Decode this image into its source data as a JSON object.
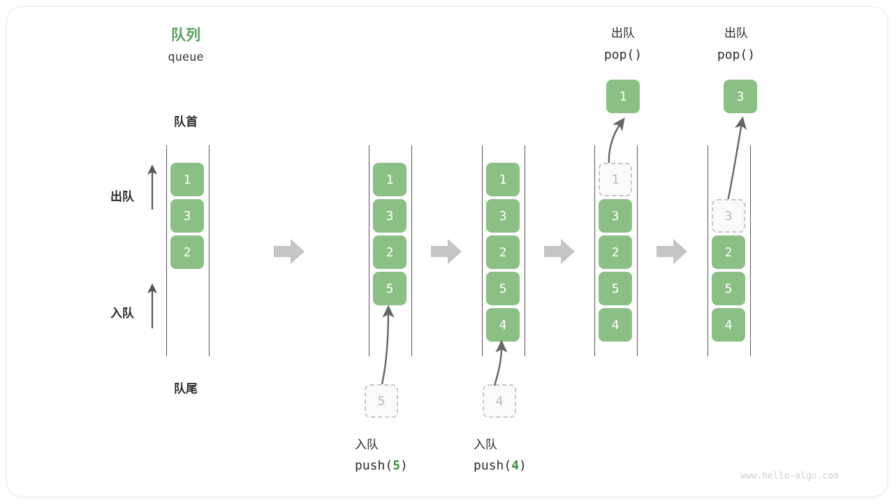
{
  "title": {
    "cn": "队列",
    "en": "queue"
  },
  "labels": {
    "front": "队首",
    "rear": "队尾",
    "dequeue": "出队",
    "enqueue": "入队"
  },
  "operations": {
    "push5": {
      "cn": "入队",
      "code_prefix": "push(",
      "code_arg": "5",
      "code_suffix": ")"
    },
    "push4": {
      "cn": "入队",
      "code_prefix": "push(",
      "code_arg": "4",
      "code_suffix": ")"
    },
    "pop1": {
      "cn": "出队",
      "code": "pop()",
      "returned": "1"
    },
    "pop2": {
      "cn": "出队",
      "code": "pop()",
      "returned": "3"
    }
  },
  "panels": [
    {
      "name": "initial-queue",
      "cells": [
        {
          "value": "1",
          "ghost": false
        },
        {
          "value": "3",
          "ghost": false
        },
        {
          "value": "2",
          "ghost": false
        }
      ]
    },
    {
      "name": "after-push-5",
      "cells": [
        {
          "value": "1",
          "ghost": false
        },
        {
          "value": "3",
          "ghost": false
        },
        {
          "value": "2",
          "ghost": false
        },
        {
          "value": "5",
          "ghost": false
        }
      ],
      "incoming": "5"
    },
    {
      "name": "after-push-4",
      "cells": [
        {
          "value": "1",
          "ghost": false
        },
        {
          "value": "3",
          "ghost": false
        },
        {
          "value": "2",
          "ghost": false
        },
        {
          "value": "5",
          "ghost": false
        },
        {
          "value": "4",
          "ghost": false
        }
      ],
      "incoming": "4"
    },
    {
      "name": "after-pop-1",
      "cells": [
        {
          "value": "1",
          "ghost": true
        },
        {
          "value": "3",
          "ghost": false
        },
        {
          "value": "2",
          "ghost": false
        },
        {
          "value": "5",
          "ghost": false
        },
        {
          "value": "4",
          "ghost": false
        }
      ],
      "popped": "1"
    },
    {
      "name": "after-pop-3",
      "cells": [
        {
          "value": "",
          "ghost": false,
          "hidden": true
        },
        {
          "value": "3",
          "ghost": true
        },
        {
          "value": "2",
          "ghost": false
        },
        {
          "value": "5",
          "ghost": false
        },
        {
          "value": "4",
          "ghost": false
        }
      ],
      "popped": "3"
    }
  ],
  "colors": {
    "cell_green": "#8bc085",
    "title_green": "#54a15a",
    "code_green": "#3e8e41",
    "arrow_grey": "#c5c5c5",
    "line_grey": "#555555",
    "ghost_border": "#c6c6c6"
  },
  "watermark": "www.hello-algo.com"
}
